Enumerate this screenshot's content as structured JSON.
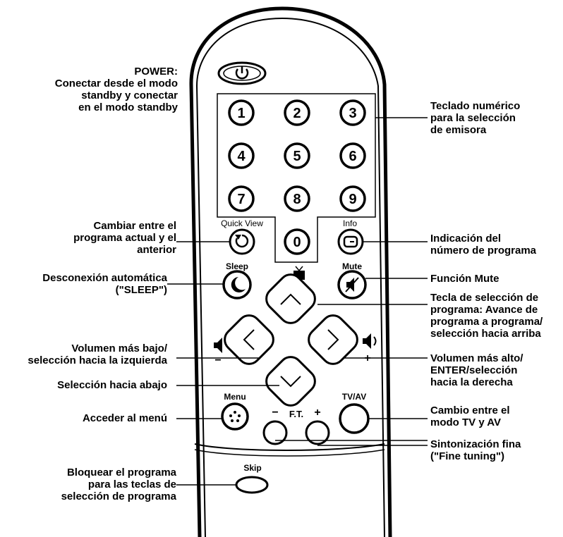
{
  "remote": {
    "power_icon": "power-icon",
    "numpad": [
      "1",
      "2",
      "3",
      "4",
      "5",
      "6",
      "7",
      "8",
      "9",
      "0"
    ],
    "quick_view_label": "Quick View",
    "quick_view_icon": "return-arrow-icon",
    "info_label": "Info",
    "info_icon": "screen-icon",
    "sleep_label": "Sleep",
    "sleep_icon": "moon-icon",
    "mute_label": "Mute",
    "mute_icon": "speaker-muted-icon",
    "tv_icon": "tv-icon",
    "dpad_icons": [
      "chevron-up-icon",
      "chevron-down-icon",
      "chevron-left-icon",
      "chevron-right-icon"
    ],
    "volume_icons": [
      "speaker-minus-icon",
      "speaker-plus-icon"
    ],
    "vol_minus": "−",
    "vol_plus": "+",
    "menu_label": "Menu",
    "menu_icon": "dots-icon",
    "ft_label": "F.T.",
    "ft_minus": "−",
    "ft_plus": "+",
    "tvav_label": "TV/AV",
    "skip_label": "Skip"
  },
  "callouts": {
    "power": {
      "title": "POWER:",
      "lines": [
        "Conectar desde el modo",
        "standby y conectar",
        "en el modo standby"
      ]
    },
    "numpad": {
      "lines": [
        "Teclado numérico",
        "para la selección",
        "de emisora"
      ]
    },
    "quick_view": {
      "lines": [
        "Cambiar entre el",
        "programa actual y el",
        "anterior"
      ]
    },
    "info": {
      "lines": [
        "Indicación del",
        "número de programa"
      ]
    },
    "sleep": {
      "lines": [
        "Desconexión automática",
        "(\"SLEEP\")"
      ]
    },
    "mute": {
      "lines": [
        "Función Mute"
      ]
    },
    "prog_up": {
      "lines": [
        "Tecla de selección de",
        "programa: Avance de",
        "programa a programa/",
        "selección hacia arriba"
      ]
    },
    "vol_down": {
      "lines": [
        "Volumen más bajo/",
        "selección hacia la izquierda"
      ]
    },
    "vol_up": {
      "lines": [
        "Volumen más alto/",
        "ENTER/selección",
        "hacia la derecha"
      ]
    },
    "down": {
      "lines": [
        "Selección hacia abajo"
      ]
    },
    "menu": {
      "lines": [
        "Acceder al menú"
      ]
    },
    "tvav": {
      "lines": [
        "Cambio entre el",
        "modo TV y AV"
      ]
    },
    "fine_tuning": {
      "lines": [
        "Sintonización fina",
        "(\"Fine tuning\")"
      ]
    },
    "skip": {
      "lines": [
        "Bloquear el programa",
        "para las teclas de",
        "selección de programa"
      ]
    }
  }
}
